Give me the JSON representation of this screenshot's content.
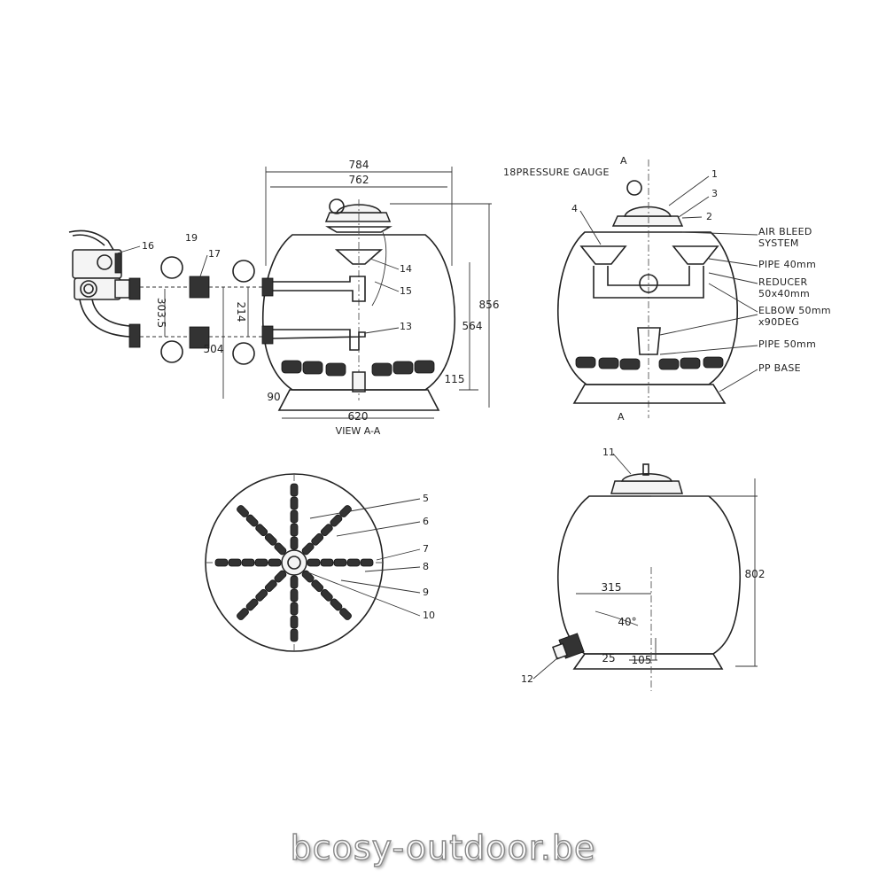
{
  "dimensions": {
    "d784": "784",
    "d762": "762",
    "d856": "856",
    "d564": "564",
    "d115": "115",
    "d90": "90",
    "d620": "620",
    "d504": "504",
    "d214": "214",
    "d3035": "303.5",
    "d802": "802",
    "d315": "315",
    "d105": "105",
    "d25": "25",
    "angle": "40°"
  },
  "view_label": "VIEW A-A",
  "section_marker": "A",
  "numbers": {
    "n1": "1",
    "n2": "2",
    "n3": "3",
    "n4": "4",
    "n5": "5",
    "n6": "6",
    "n7": "7",
    "n8": "8",
    "n9": "9",
    "n10": "10",
    "n11": "11",
    "n12": "12",
    "n13": "13",
    "n14": "14",
    "n15": "15",
    "n16": "16",
    "n17": "17",
    "n19": "19"
  },
  "callouts": {
    "pressure_gauge": "18PRESSURE GAUGE",
    "air_bleed_1": "AIR BLEED",
    "air_bleed_2": "SYSTEM",
    "pipe40": "PIPE 40mm",
    "reducer_1": "REDUCER",
    "reducer_2": "50x40mm",
    "elbow_1": "ELBOW 50mm",
    "elbow_2": "x90DEG",
    "pipe50": "PIPE 50mm",
    "pp_base": "PP BASE"
  },
  "watermark": "bcosy-outdoor.be"
}
